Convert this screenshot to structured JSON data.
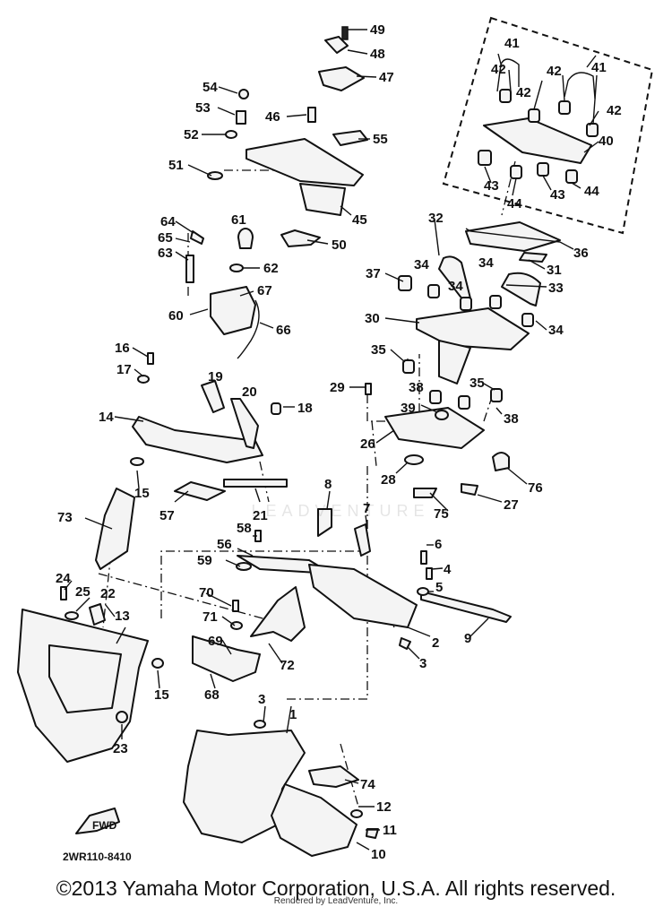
{
  "diagram": {
    "code_label": "2WR110-8410",
    "fwd_label": "FWD",
    "callouts": [
      "1",
      "2",
      "3",
      "4",
      "5",
      "6",
      "7",
      "8",
      "9",
      "10",
      "11",
      "12",
      "13",
      "14",
      "15",
      "16",
      "17",
      "18",
      "19",
      "20",
      "21",
      "22",
      "23",
      "24",
      "25",
      "26",
      "27",
      "28",
      "29",
      "30",
      "31",
      "32",
      "33",
      "34",
      "35",
      "36",
      "37",
      "38",
      "39",
      "40",
      "41",
      "42",
      "43",
      "44",
      "45",
      "46",
      "47",
      "48",
      "49",
      "50",
      "51",
      "52",
      "53",
      "54",
      "55",
      "56",
      "57",
      "58",
      "59",
      "60",
      "61",
      "62",
      "63",
      "64",
      "65",
      "66",
      "67",
      "68",
      "69",
      "70",
      "71",
      "72",
      "73",
      "74",
      "75",
      "76"
    ]
  },
  "footer": {
    "copyright": "©2013 Yamaha Motor Corporation, U.S.A. All rights reserved.",
    "rendered_by": "Rendered by LeadVenture, Inc."
  },
  "watermark": "LEADVENTURE"
}
